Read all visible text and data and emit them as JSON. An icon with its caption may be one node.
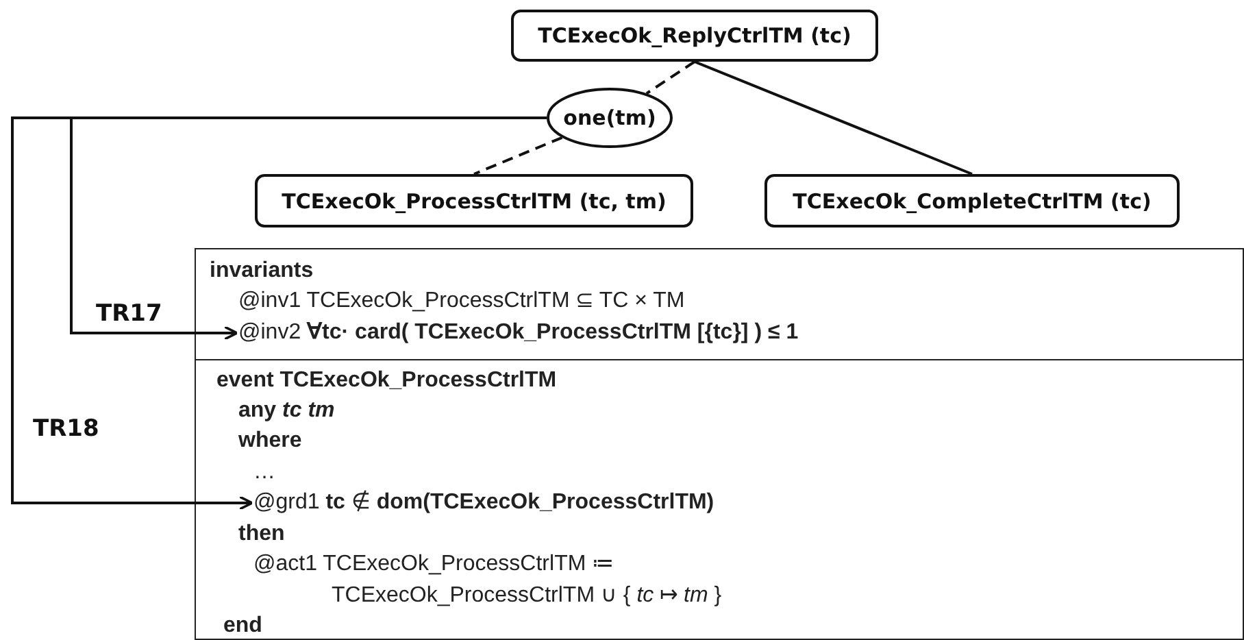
{
  "diagram": {
    "nodes": [
      {
        "text": [
          "TCExecOk_ReplyCtrlTM (tc)"
        ]
      },
      {
        "text": [
          "one(tm)"
        ]
      },
      {
        "text": [
          "TCExecOk_ProcessCtrlTM (tc, tm)"
        ]
      },
      {
        "text": [
          "TCExecOk_CompleteCtrlTM (tc)"
        ]
      },
      {
        "text": [
          "@inv2 **∀tc· card( TCExecOk_ProcessCtrlTM [{tc}] ) ≤ 1**"
        ]
      },
      {
        "text": [
          "@grd1 **tc** ∉ **dom(TCExecOk_ProcessCtrlTM)**"
        ]
      }
    ],
    "edges": [
      {
        "from": 0,
        "to": 1,
        "arrow": "none",
        "style": "dashed"
      },
      {
        "from": 1,
        "to": 2,
        "arrow": "none",
        "style": "dashed"
      },
      {
        "from": 0,
        "to": 3,
        "arrow": "none"
      },
      {
        "from": 1,
        "to": 4,
        "arrow": "to",
        "label": "TR17"
      },
      {
        "from": 1,
        "to": 5,
        "arrow": "to",
        "label": "TR18"
      }
    ],
    "labels": [
      "invariants",
      "@inv1 TCExecOk_ProcessCtrlTM ⊆ TC × TM",
      "event TCExecOk_ProcessCtrlTM",
      "any *tc tm*",
      "where",
      "…",
      "then",
      "@act1 TCExecOk_ProcessCtrlTM ≔",
      "TCExecOk_ProcessCtrlTM ∪ { *tc* ↦ *tm* }",
      "end"
    ]
  }
}
